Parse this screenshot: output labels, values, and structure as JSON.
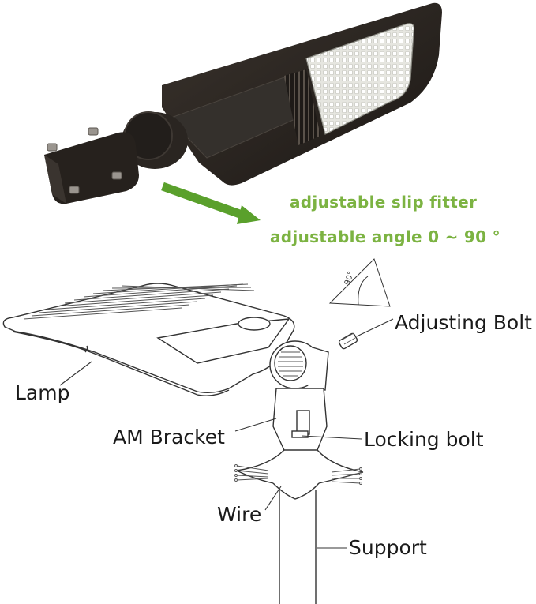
{
  "captions": {
    "slip_fitter": "adjustable slip fitter",
    "angle": "adjustable angle 0 ~ 90 °"
  },
  "labels": {
    "adjusting_bolt": "Adjusting Bolt",
    "lamp": "Lamp",
    "am_bracket": "AM Bracket",
    "locking_bolt": "Locking bolt",
    "wire": "Wire",
    "support": "Support",
    "angle_mark": "90°"
  },
  "colors": {
    "accent_green": "#7cb342",
    "arrow_green": "#5aa02c",
    "housing": "#2b2622",
    "line": "#333333"
  }
}
